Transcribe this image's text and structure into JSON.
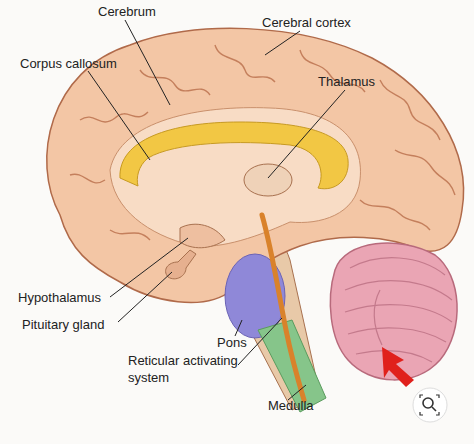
{
  "diagram": {
    "labels": [
      "Cerebrum",
      "Cerebral cortex",
      "Corpus callosum",
      "Thalamus",
      "Hypothalamus",
      "Pituitary gland",
      "Pons",
      "Reticular activating system",
      "Medulla"
    ]
  }
}
